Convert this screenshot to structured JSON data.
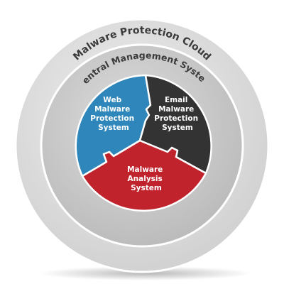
{
  "diagram": {
    "outer_ring": {
      "label": "Malware Protection Cloud"
    },
    "middle_ring": {
      "label": "Central Management System"
    },
    "segments": [
      {
        "id": "web",
        "lines": [
          "Web",
          "Malware",
          "Protection",
          "System"
        ],
        "color": "#2f86bb"
      },
      {
        "id": "email",
        "lines": [
          "Email",
          "Malware",
          "Protection",
          "System"
        ],
        "color": "#333333"
      },
      {
        "id": "analysis",
        "lines": [
          "Malware",
          "Analysis",
          "System"
        ],
        "color": "#c0232b"
      }
    ],
    "colors": {
      "outer_ring": "#dcdcdc",
      "middle_ring": "#c8c8c8",
      "border": "#ffffff"
    }
  }
}
